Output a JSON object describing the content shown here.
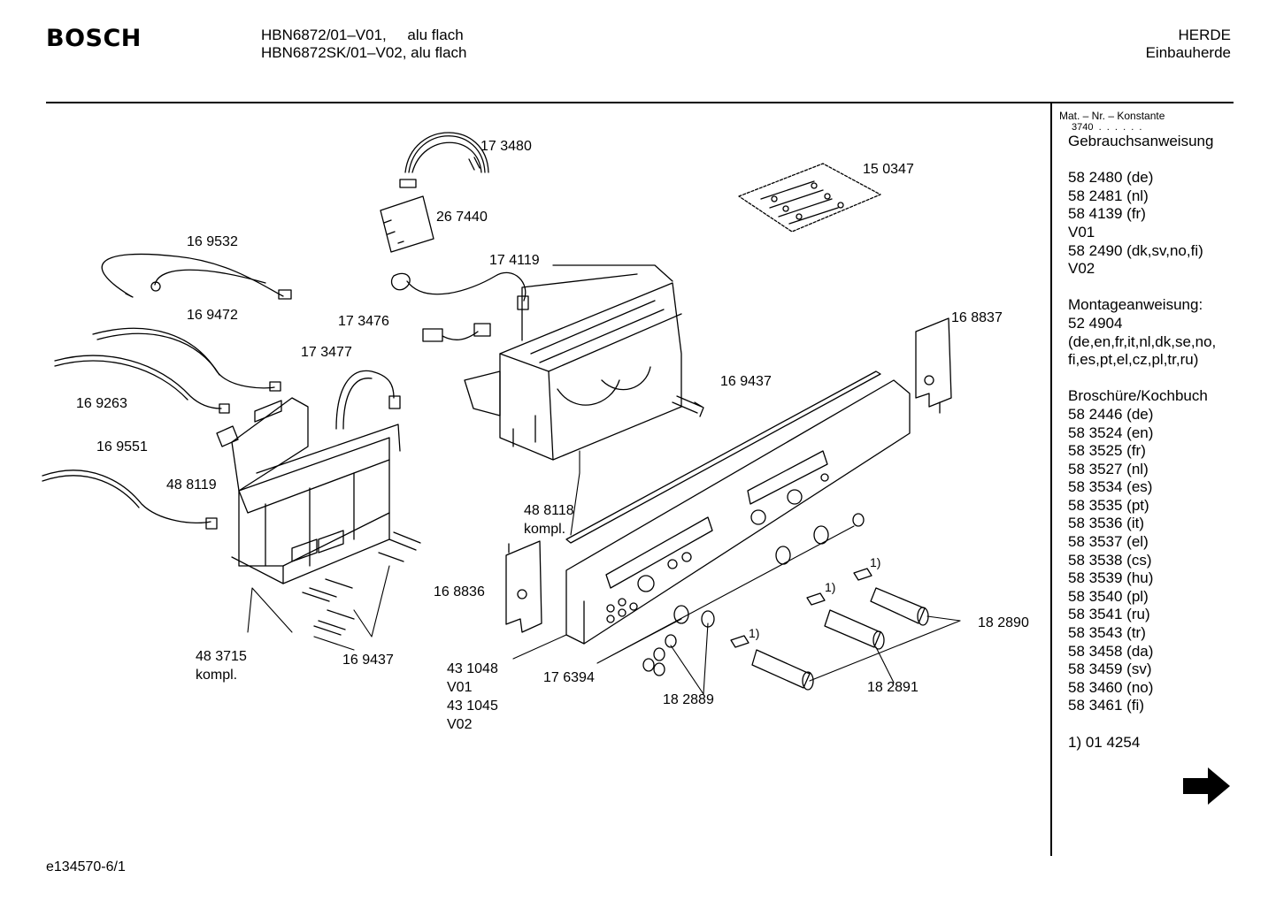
{
  "header": {
    "brand": "BOSCH",
    "model_line1": "HBN6872/01–V01,     alu flach",
    "model_line2": "HBN6872SK/01–V02, alu flach",
    "category_line1": "HERDE",
    "category_line2": "Einbauherde"
  },
  "sidebar": {
    "konstante_label": "Mat. – Nr. – Konstante",
    "konstante_value": "3740  .  .  .  .  .  .",
    "lines": [
      "Gebrauchsanweisung",
      "",
      "58 2480 (de)",
      "58 2481 (nl)",
      "58 4139 (fr)",
      "V01",
      "58 2490 (dk,sv,no,fi)",
      "V02",
      "",
      "Montageanweisung:",
      "52 4904",
      "(de,en,fr,it,nl,dk,se,no,",
      "fi,es,pt,el,cz,pl,tr,ru)",
      "",
      "Broschüre/Kochbuch",
      "58 2446 (de)",
      "58 3524 (en)",
      "58 3525 (fr)",
      "58 3527 (nl)",
      "58 3534 (es)",
      "58 3535 (pt)",
      "58 3536 (it)",
      "58 3537 (el)",
      "58 3538 (cs)",
      "58 3539 (hu)",
      "58 3540 (pl)",
      "58 3541 (ru)",
      "58 3543 (tr)",
      "58 3458 (da)",
      "58 3459 (sv)",
      "58 3460 (no)",
      "58 3461 (fi)",
      "",
      "1)  01 4254"
    ]
  },
  "footer": {
    "doc_id": "e134570-6/1"
  },
  "parts": {
    "p173480": "17 3480",
    "p150347": "15 0347",
    "p267440": "26 7440",
    "p169532": "16 9532",
    "p174119": "17 4119",
    "p169472": "16 9472",
    "p173476": "17 3476",
    "p168837": "16 8837",
    "p173477": "17 3477",
    "p169437a": "16 9437",
    "p169263": "16 9263",
    "p169551": "16 9551",
    "p488119": "48 8119",
    "p488118": "48 8118",
    "p488118b": "kompl.",
    "p168836": "16 8836",
    "p182890": "18 2890",
    "p483715": "48 3715",
    "p483715b": "kompl.",
    "p169437b": "16 9437",
    "p431048": "43 1048",
    "p431048b": "V01",
    "p431045": "43 1045",
    "p431045b": "V02",
    "p176394": "17 6394",
    "p182889": "18 2889",
    "p182891": "18 2891",
    "fn1a": "1)",
    "fn1b": "1)",
    "fn1c": "1)"
  },
  "icons": {
    "next_arrow": "right-arrow-icon"
  }
}
